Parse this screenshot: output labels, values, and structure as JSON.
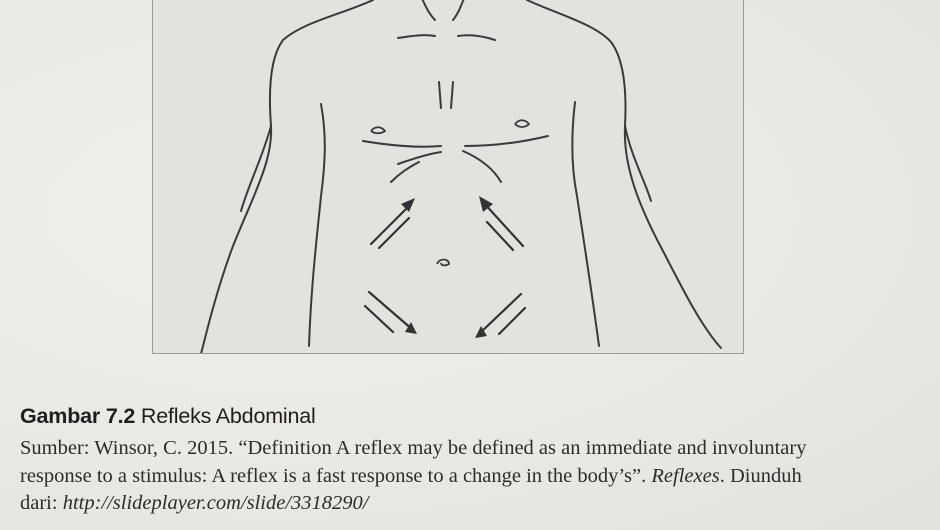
{
  "figure": {
    "label": "Gambar 7.2",
    "title": "Refleks Abdominal",
    "illustration": "torso-abdominal-reflex-arrows"
  },
  "source": {
    "prefix": "Sumber: Winsor, C. 2015. “Definition A reflex may be defined as an immediate and involuntary",
    "line2": "response to a stimulus: A reflex is a fast response to a change in the body’s”.",
    "work_title": "Reflexes",
    "after_title": ". Diunduh",
    "line3_prefix": "dari: ",
    "url": "http://slideplayer.com/slide/3318290/"
  }
}
